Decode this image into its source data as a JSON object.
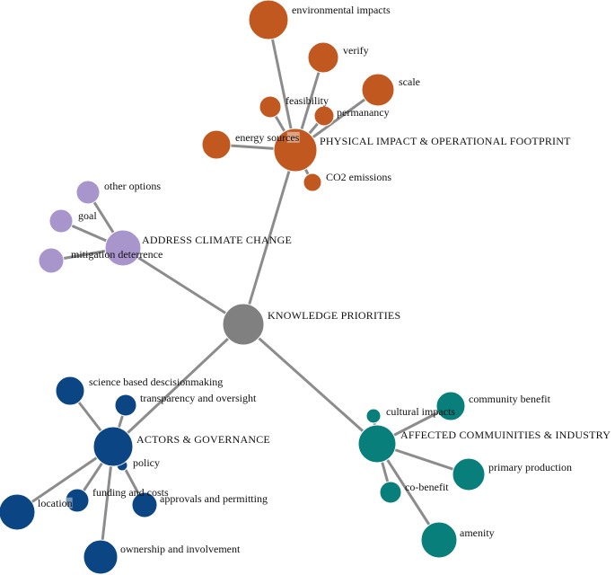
{
  "diagram": {
    "colors": {
      "center": "#808080",
      "physical": "#c1581f",
      "climate": "#a895cc",
      "governance": "#0b4584",
      "communities": "#087f7b",
      "edge": "#8c8c8c"
    },
    "center": {
      "id": "center",
      "label": "KNOWLEDGE PRIORITIES"
    },
    "clusters": [
      {
        "id": "physical",
        "label": "PHYSICAL IMPACT & OPERATIONAL FOOTPRINT",
        "leaves": [
          {
            "id": "environmental-impacts",
            "label": "environmental impacts"
          },
          {
            "id": "verify",
            "label": "verify"
          },
          {
            "id": "scale",
            "label": "scale"
          },
          {
            "id": "feasibility",
            "label": "feasibility"
          },
          {
            "id": "permanancy",
            "label": "permanancy"
          },
          {
            "id": "energy-sources",
            "label": "energy sources"
          },
          {
            "id": "co2-emissions",
            "label": "CO2 emissions"
          }
        ]
      },
      {
        "id": "climate",
        "label": "ADDRESS CLIMATE CHANGE",
        "leaves": [
          {
            "id": "other-options",
            "label": "other options"
          },
          {
            "id": "goal",
            "label": "goal"
          },
          {
            "id": "mitigation-deterrence",
            "label": "mitigation deterrence"
          }
        ]
      },
      {
        "id": "governance",
        "label": "ACTORS & GOVERNANCE",
        "leaves": [
          {
            "id": "science-based",
            "label": "science based descisionmaking"
          },
          {
            "id": "transparency",
            "label": "transparency and oversight"
          },
          {
            "id": "policy",
            "label": "policy"
          },
          {
            "id": "funding",
            "label": "funding and costs"
          },
          {
            "id": "location",
            "label": "location"
          },
          {
            "id": "approvals",
            "label": "approvals and permitting"
          },
          {
            "id": "ownership",
            "label": "ownership and involvement"
          }
        ]
      },
      {
        "id": "communities",
        "label": "AFFECTED COMMUINITIES & INDUSTRY",
        "leaves": [
          {
            "id": "cultural-impacts",
            "label": "cultural impacts"
          },
          {
            "id": "community-benefit",
            "label": "community benefit"
          },
          {
            "id": "primary-production",
            "label": "primary production"
          },
          {
            "id": "co-benefit",
            "label": "co-benefit"
          },
          {
            "id": "amenity",
            "label": "amenity"
          }
        ]
      }
    ]
  }
}
